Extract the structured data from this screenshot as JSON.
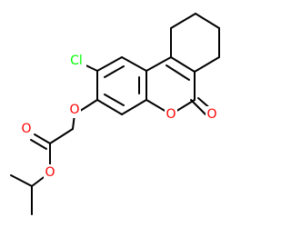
{
  "molecule": {
    "atoms": {
      "chlorine": {
        "label": "Cl",
        "color": "#00ff00"
      },
      "ether_oxygen": {
        "label": "O",
        "color": "#ff0000"
      },
      "lactone_ring_oxygen": {
        "label": "O",
        "color": "#ff0000"
      },
      "lactone_carbonyl_oxygen": {
        "label": "O",
        "color": "#ff0000"
      },
      "ester_carbonyl_oxygen": {
        "label": "O",
        "color": "#ff0000"
      },
      "ester_alkoxy_oxygen": {
        "label": "O",
        "color": "#ff0000"
      }
    },
    "bond_color": "#000000"
  }
}
